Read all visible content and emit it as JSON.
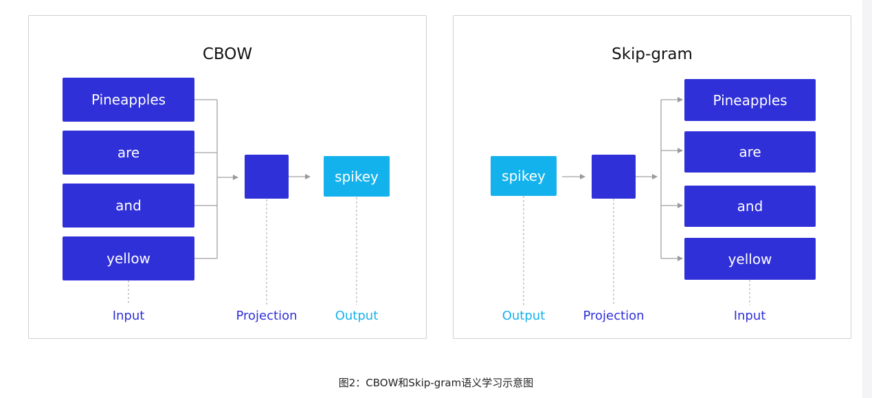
{
  "cbow": {
    "title": "CBOW",
    "inputs": [
      "Pineapples",
      "are",
      "and",
      "yellow"
    ],
    "output": "spikey",
    "labels": {
      "input": "Input",
      "projection": "Projection",
      "output": "Output"
    }
  },
  "skipgram": {
    "title": "Skip-gram",
    "input": "spikey",
    "outputs": [
      "Pineapples",
      "are",
      "and",
      "yellow"
    ],
    "labels": {
      "output": "Output",
      "projection": "Projection",
      "input": "Input"
    }
  },
  "caption": "图2：CBOW和Skip-gram语义学习示意图",
  "colors": {
    "word_box": "#2f30d8",
    "spikey_box": "#14b2ec",
    "label_dark": "#2f30d8",
    "label_light": "#14b2ec"
  }
}
